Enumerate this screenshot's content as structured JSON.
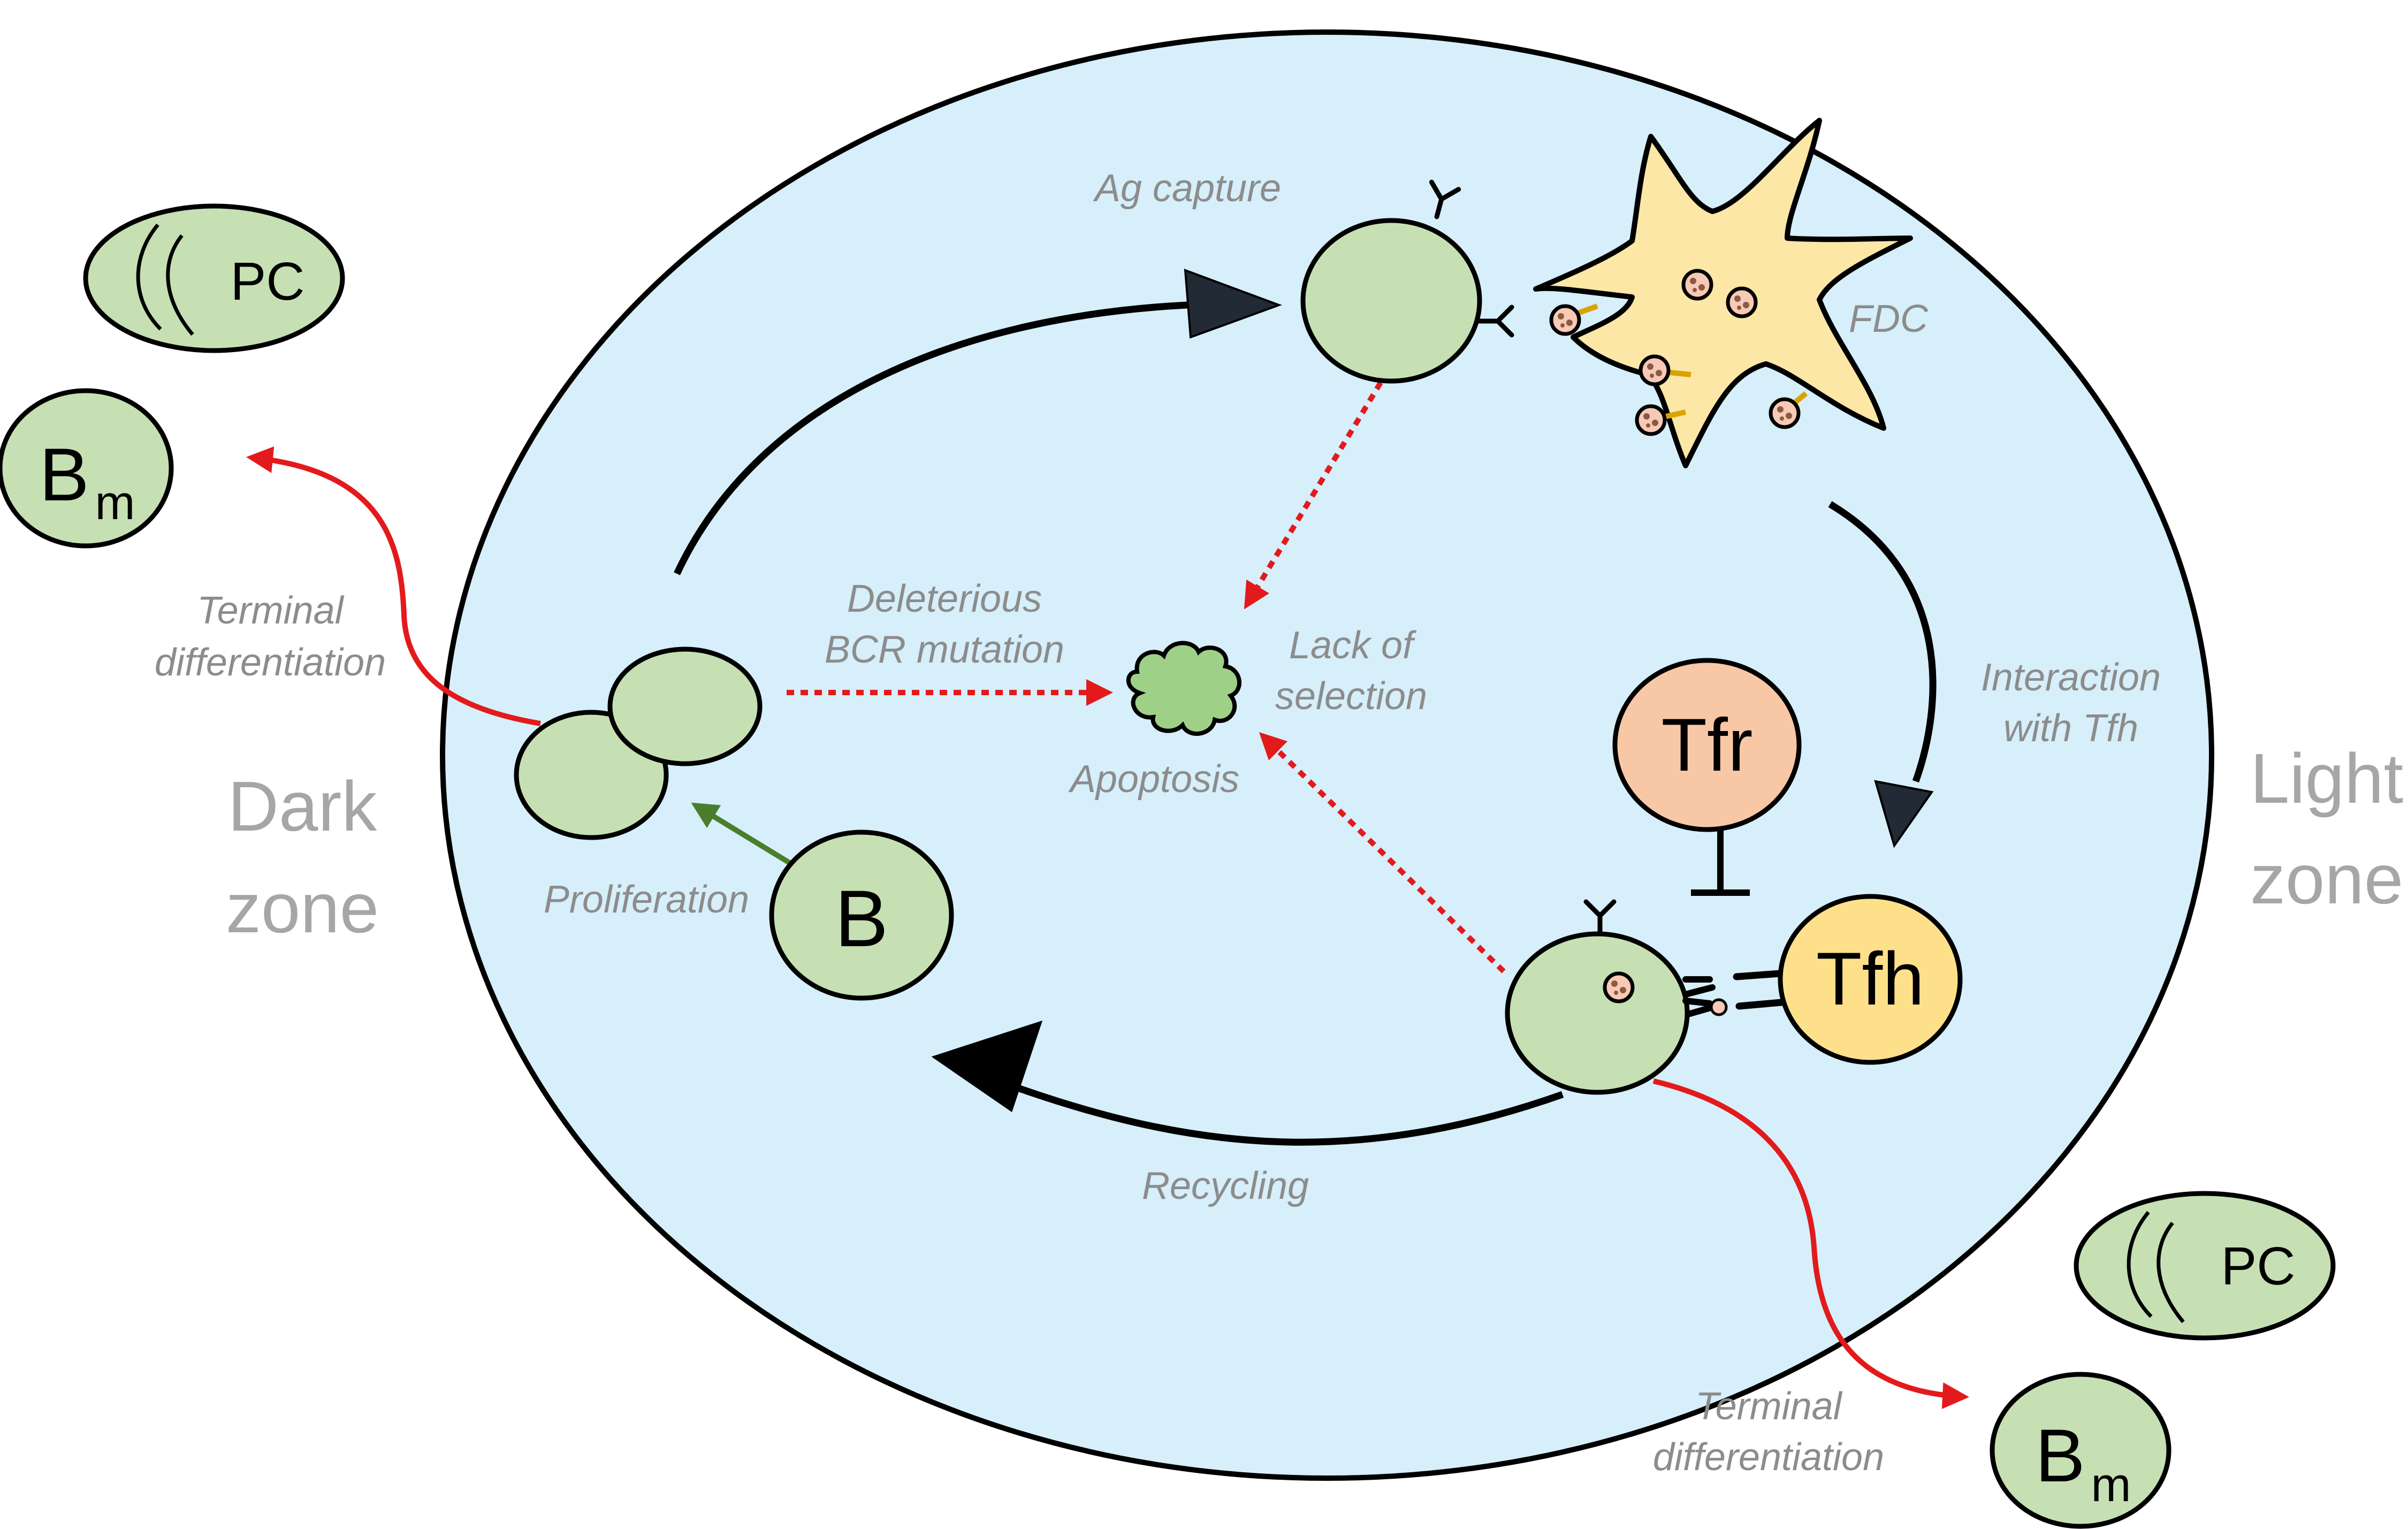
{
  "colors": {
    "germinal_center_fill": "#d6effa",
    "b_cell_fill": "#c6e0b4",
    "fdc_fill": "#fde7a7",
    "tfr_fill": "#f7c7a6",
    "tfh_fill": "#ffe08a",
    "apoptosis_fill": "#9fd088",
    "differentiation_arrow": "#e31a1c",
    "proliferation_arrow": "#4a7e2c",
    "zone_label": "#a6a6a6",
    "process_label": "#8c8c8c"
  },
  "zones": {
    "dark_line1": "Dark",
    "dark_line2": "zone",
    "light_line1": "Light",
    "light_line2": "zone"
  },
  "cells": {
    "b": "B",
    "tfr": "Tfr",
    "tfh": "Tfh",
    "pc": "PC",
    "bm_main": "B",
    "bm_sub": "m",
    "fdc": "FDC"
  },
  "labels": {
    "ag_capture": "Ag capture",
    "interaction_line1": "Interaction",
    "interaction_line2": "with Tfh",
    "recycling": "Recycling",
    "proliferation": "Proliferation",
    "deleterious_line1": "Deleterious",
    "deleterious_line2": "BCR mutation",
    "lack_line1": "Lack of",
    "lack_line2": "selection",
    "apoptosis": "Apoptosis",
    "terminal_line1": "Terminal",
    "terminal_line2": "differentiation"
  },
  "icons": [
    "antibody-receptor-icon",
    "antigen-complex-icon",
    "apoptotic-body-icon",
    "inhibition-bar-icon"
  ]
}
